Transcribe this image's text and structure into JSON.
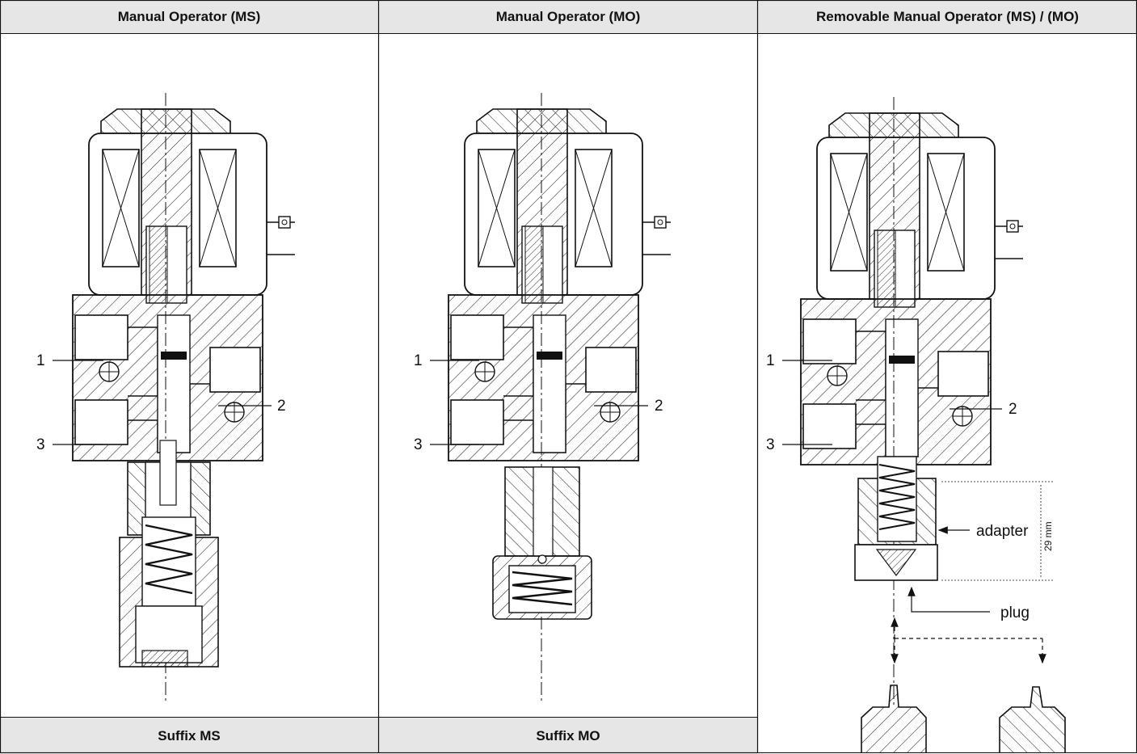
{
  "columns": [
    {
      "header": "Manual Operator (MS)",
      "footer": "Suffix MS"
    },
    {
      "header": "Manual Operator (MO)",
      "footer": "Suffix MO"
    },
    {
      "header": "Removable Manual Operator (MS) / (MO)"
    }
  ],
  "ports": {
    "p1": "1",
    "p2": "2",
    "p3": "3"
  },
  "callouts": {
    "adapter": "adapter",
    "plug": "plug",
    "dimension": "29 mm"
  }
}
